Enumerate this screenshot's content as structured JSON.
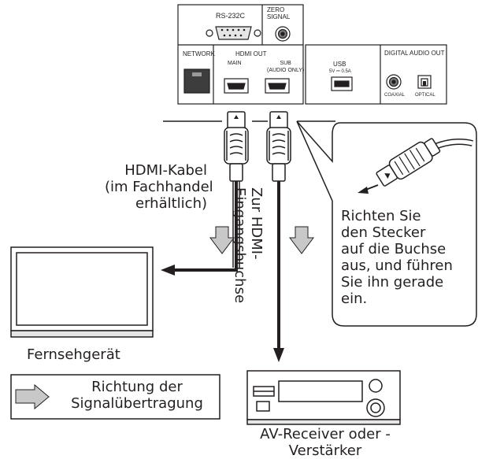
{
  "panel": {
    "rs232c": "RS-232C",
    "zero_signal": "ZERO\nSIGNAL",
    "network": "NETWORK",
    "hdmi_out": "HDMI OUT",
    "main": "MAIN",
    "sub": "SUB\n(AUDIO ONLY)",
    "usb": "USB",
    "usb_rating": "5V ⎓ 0.5A",
    "digital_audio_out": "DIGITAL AUDIO OUT",
    "coaxial": "COAXIAL",
    "optical": "OPTICAL"
  },
  "labels": {
    "hdmi_cable": "HDMI-Kabel\n(im Fachhandel\nerhältlich)",
    "hdmi_input": "Zur HDMI-\nEingangsbuchse",
    "connector_tip": "Richten Sie\nden Stecker\nauf die Buchse\naus, und führen\nSie ihn gerade\nein.",
    "tv": "Fernsehgerät",
    "legend": "Richtung der\nSignalübertragung",
    "receiver": "AV-Receiver oder -\nVerstärker"
  },
  "colors": {
    "line": "#231f20",
    "gray_arrow": "#c8c8c8",
    "panel_fill": "#ffffff"
  }
}
